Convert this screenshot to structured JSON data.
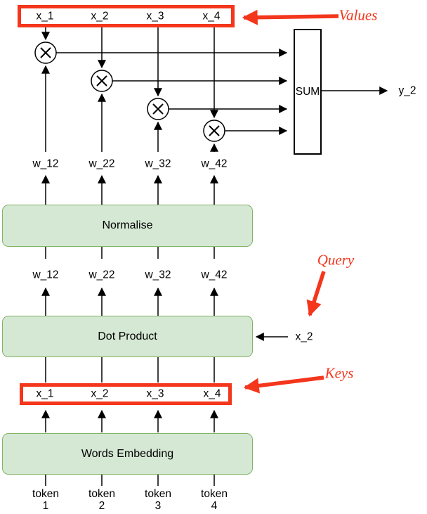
{
  "colors": {
    "red": "#f4361c",
    "green_fill": "#d5e8d4",
    "green_border": "#82b366"
  },
  "values_box": {
    "labels": [
      "x_1",
      "x_2",
      "x_3",
      "x_4"
    ]
  },
  "keys_box": {
    "labels": [
      "x_1",
      "x_2",
      "x_3",
      "x_4"
    ]
  },
  "weights_upper": {
    "labels": [
      "w_12",
      "w_22",
      "w_32",
      "w_42"
    ]
  },
  "weights_lower": {
    "labels": [
      "w_12",
      "w_22",
      "w_32",
      "w_42"
    ]
  },
  "blocks": {
    "normalise": "Normalise",
    "dot_product": "Dot Product",
    "words_embedding": "Words Embedding",
    "sum": "SUM"
  },
  "io": {
    "output": "y_2",
    "query_vector": "x_2"
  },
  "annotations": {
    "values": "Values",
    "query": "Query",
    "keys": "Keys"
  },
  "tokens": [
    {
      "word": "token",
      "index": "1"
    },
    {
      "word": "token",
      "index": "2"
    },
    {
      "word": "token",
      "index": "3"
    },
    {
      "word": "token",
      "index": "4"
    }
  ]
}
